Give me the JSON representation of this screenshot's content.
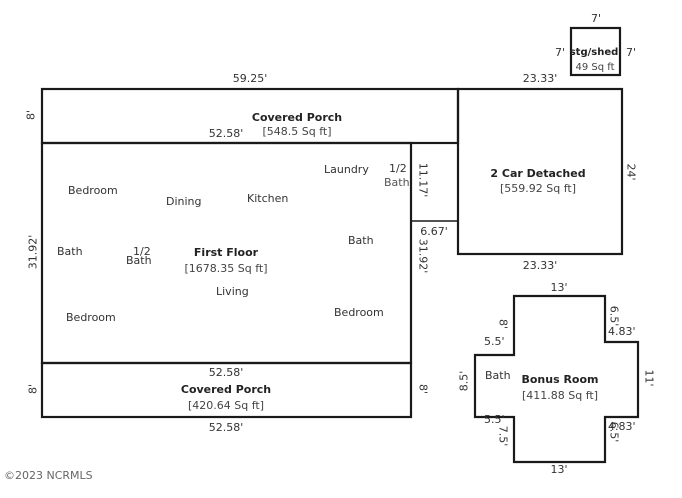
{
  "watermark": "©2023 NCRMLS",
  "shed": {
    "w_top": "7'",
    "w_left": "7'",
    "w_right": "7'",
    "name": "stg/shed",
    "area": "49 Sq ft"
  },
  "porch_top": {
    "dim_top_left": "59.25'",
    "dim_top_right": "23.33'",
    "dim_left": "8'",
    "name": "Covered Porch",
    "area": "[548.5 Sq ft]",
    "dim_bottom": "52.58'"
  },
  "garage": {
    "name": "2 Car Detached",
    "area": "[559.92 Sq ft]",
    "dim_right": "24'",
    "dim_bottom": "23.33'"
  },
  "first_floor": {
    "name": "First Floor",
    "area": "[1678.35 Sq ft]",
    "dim_left": "31.92'",
    "dim_right": "31.92'",
    "side_dim_a": "11.17'",
    "side_dim_b": "6.67'",
    "rooms": {
      "bedroom_nw": "Bedroom",
      "dining": "Dining",
      "kitchen": "Kitchen",
      "laundry": "Laundry",
      "half_bath_ne_top": "1/2",
      "half_bath_ne_bottom": "Bath",
      "bath_w": "Bath",
      "half_bath_c_top": "1/2",
      "half_bath_c_bottom": "Bath",
      "bath_e": "Bath",
      "living": "Living",
      "bedroom_sw": "Bedroom",
      "bedroom_se": "Bedroom"
    },
    "dim_bottom": "52.58'"
  },
  "porch_bottom": {
    "name": "Covered Porch",
    "area": "[420.64 Sq ft]",
    "dim_left": "8'",
    "dim_right": "8'",
    "dim_bottom": "52.58'"
  },
  "bonus": {
    "name": "Bonus Room",
    "area": "[411.88 Sq ft]",
    "bath": "Bath",
    "dim_top": "13'",
    "dim_bottom": "13'",
    "dim_right": "11'",
    "dim_ul_v": "8'",
    "dim_ul_h": "5.5'",
    "dim_ur_v": "6.5'",
    "dim_ur_h": "4.83'",
    "dim_left": "8.5'",
    "dim_ll_h": "5.5'",
    "dim_ll_v": "7.5'",
    "dim_lr_h": "4.83'",
    "dim_lr_v": "6.5'"
  }
}
